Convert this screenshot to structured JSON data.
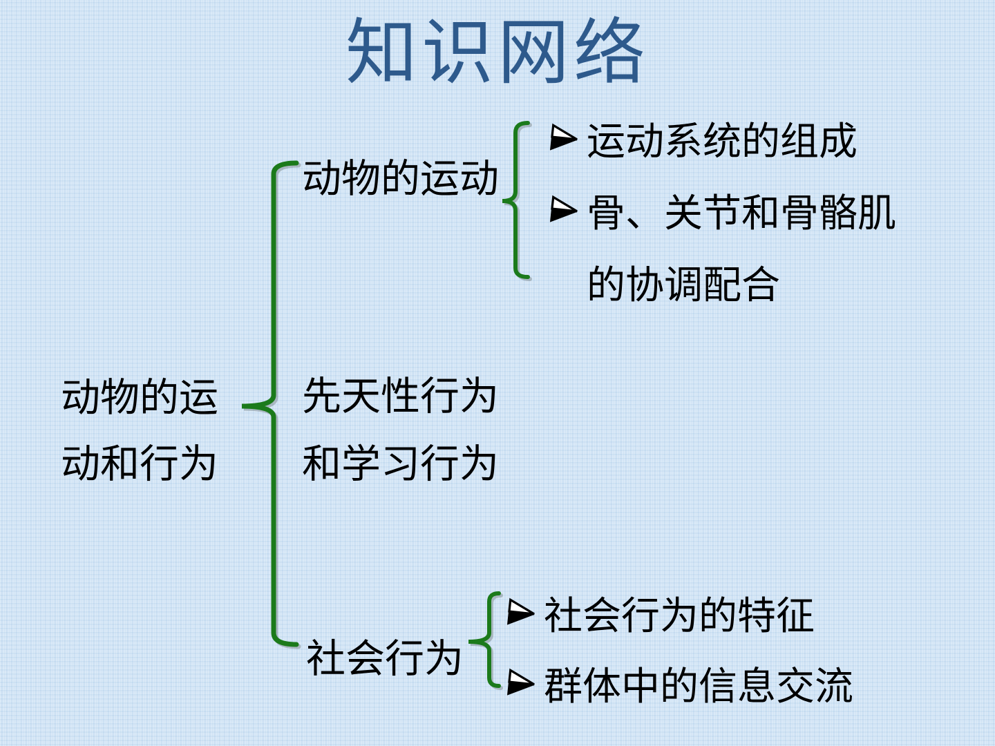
{
  "slide": {
    "title": "知识网络"
  },
  "colors": {
    "background": "#cfe3f5",
    "title": "#2e5a8c",
    "brace": "#1b7a1b",
    "text": "#000000"
  },
  "root": {
    "line1": "动物的运",
    "line2": "动和行为"
  },
  "branches": {
    "movement": {
      "label": "动物的运动",
      "items": [
        {
          "text": "运动系统的组成"
        },
        {
          "text": "骨、关节和骨骼肌"
        },
        {
          "text": "的协调配合"
        }
      ]
    },
    "behavior": {
      "line1": "先天性行为",
      "line2": "和学习行为"
    },
    "social": {
      "label": "社会行为",
      "items": [
        {
          "text": "社会行为的特征"
        },
        {
          "text": "群体中的信息交流"
        }
      ]
    }
  }
}
